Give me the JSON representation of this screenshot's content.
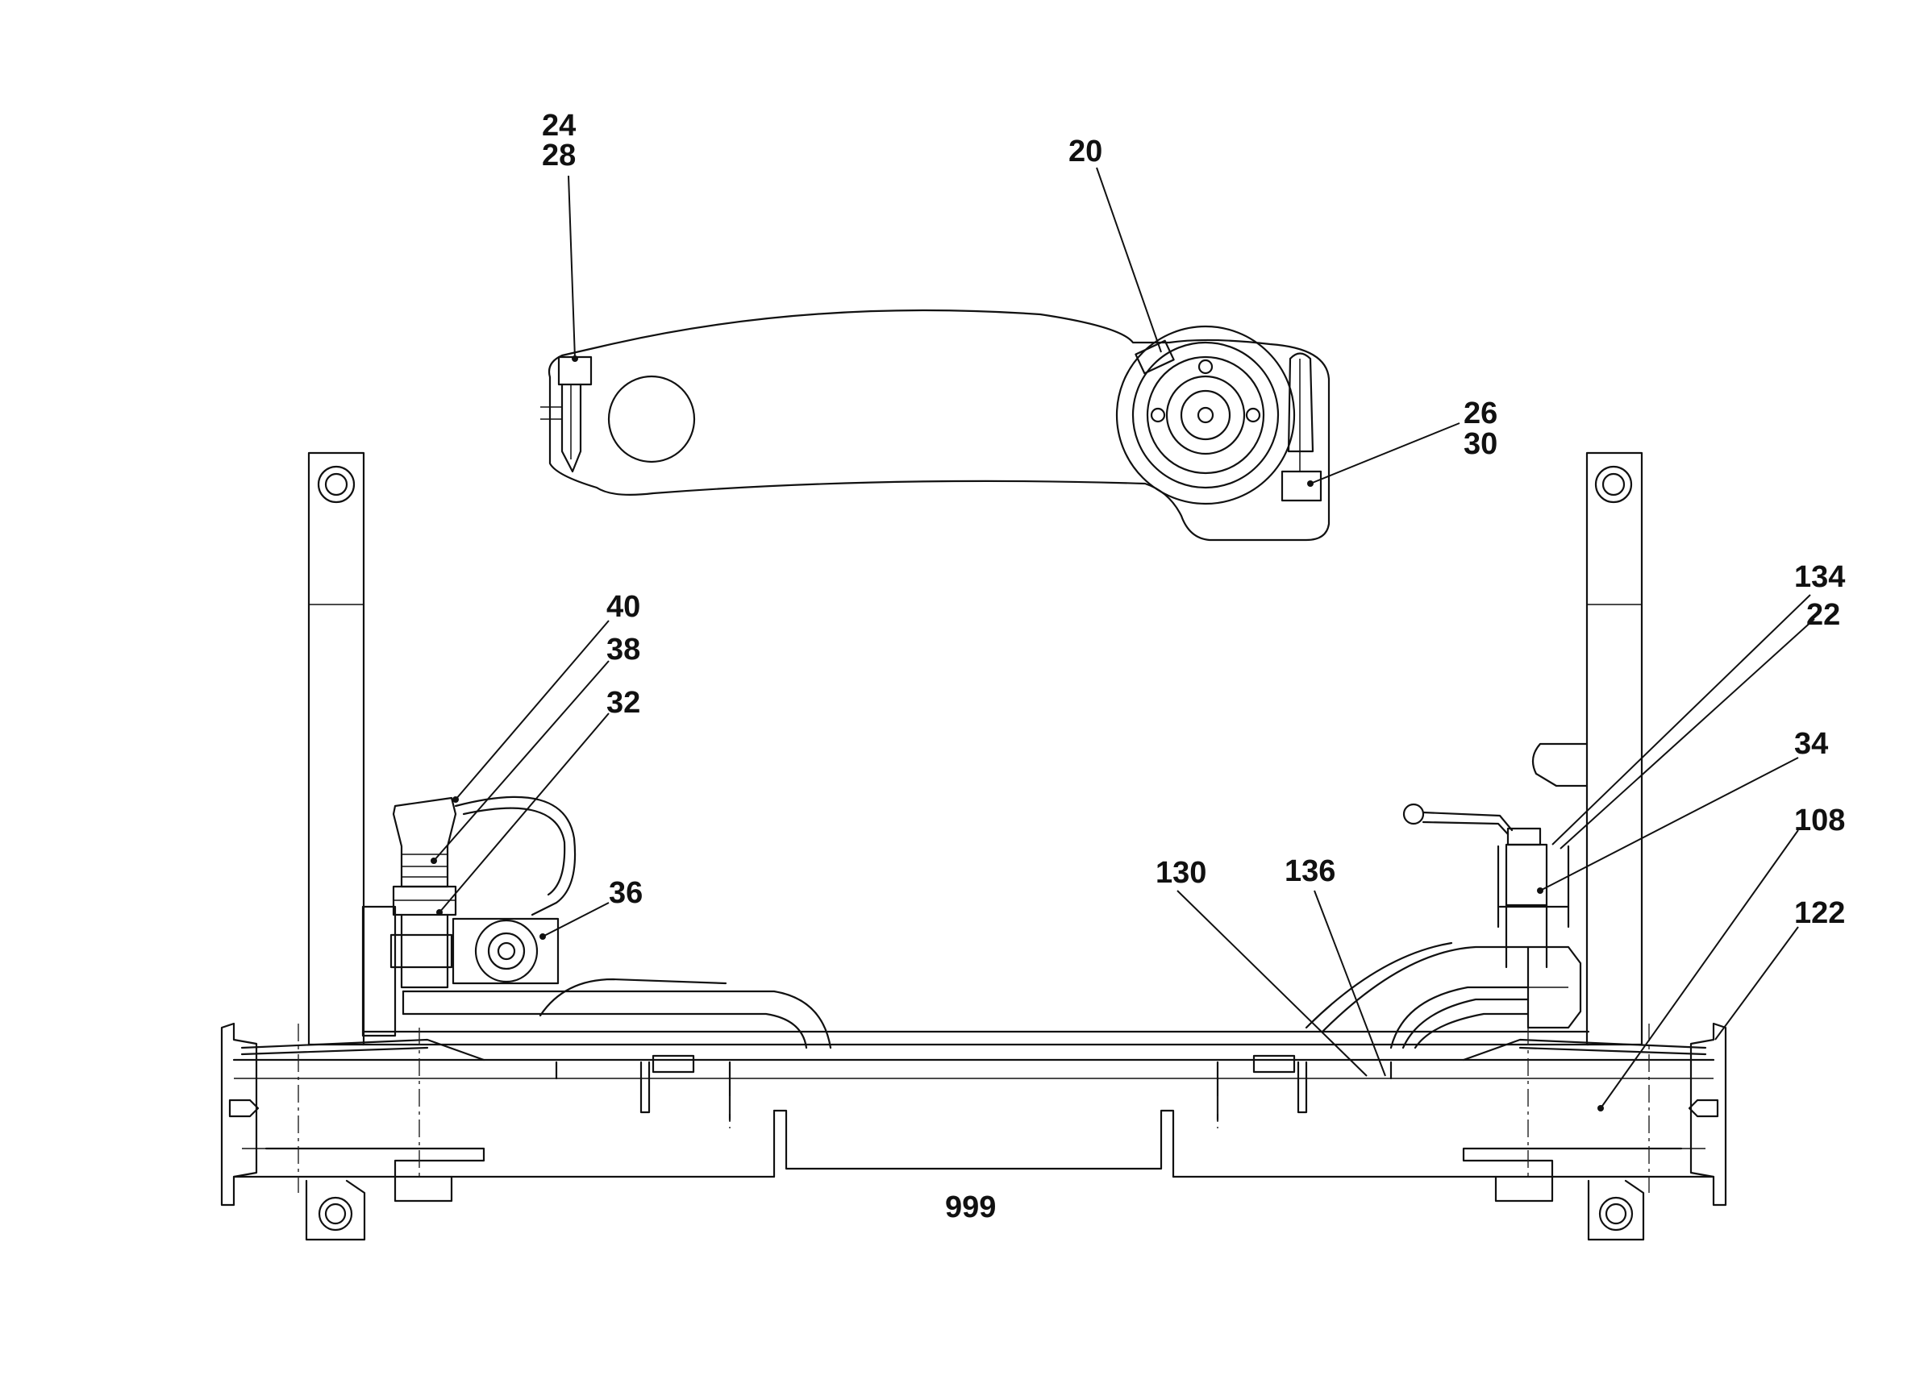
{
  "callouts": [
    {
      "id": "24",
      "text": "24"
    },
    {
      "id": "28",
      "text": "28"
    },
    {
      "id": "20",
      "text": "20"
    },
    {
      "id": "26",
      "text": "26"
    },
    {
      "id": "30",
      "text": "30"
    },
    {
      "id": "40",
      "text": "40"
    },
    {
      "id": "38",
      "text": "38"
    },
    {
      "id": "32",
      "text": "32"
    },
    {
      "id": "36",
      "text": "36"
    },
    {
      "id": "134",
      "text": "134"
    },
    {
      "id": "22",
      "text": "22"
    },
    {
      "id": "34",
      "text": "34"
    },
    {
      "id": "108",
      "text": "108"
    },
    {
      "id": "122",
      "text": "122"
    },
    {
      "id": "130",
      "text": "130"
    },
    {
      "id": "136",
      "text": "136"
    },
    {
      "id": "999",
      "text": "999"
    }
  ]
}
